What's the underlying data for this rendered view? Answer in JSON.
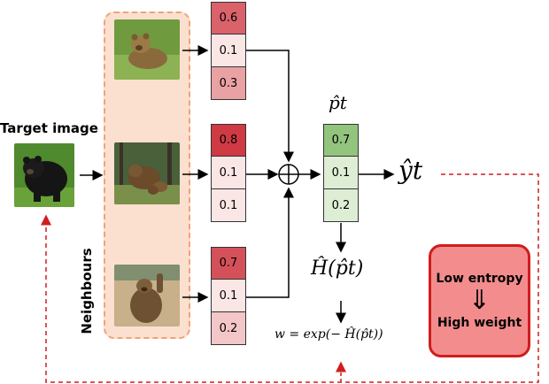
{
  "target_label": "Target image",
  "neighbours_label": "Neighbours",
  "neighbour_scores": [
    [
      "0.6",
      "0.1",
      "0.3"
    ],
    [
      "0.8",
      "0.1",
      "0.1"
    ],
    [
      "0.7",
      "0.1",
      "0.2"
    ]
  ],
  "prediction_label": "p̂t",
  "prediction_scores": [
    "0.7",
    "0.1",
    "0.2"
  ],
  "output_label": "ŷt",
  "entropy_label": "Ĥ(p̂t)",
  "weight_formula": "w = exp(− Ĥ(p̂t))",
  "entropy_box": {
    "top_text": "Low entropy",
    "arrow": "⇓",
    "bottom_text": "High weight"
  },
  "colors": {
    "score_high_neighbour": "#d9626b",
    "score_mid_neighbour": "#e9a1a4",
    "score_low_neighbour": "#fbe6e6",
    "pred_high": "#93c47d",
    "pred_low": "#ddeed4",
    "feedback_arrow": "#d01d1d",
    "neighbour_panel": "#fce0cf"
  }
}
